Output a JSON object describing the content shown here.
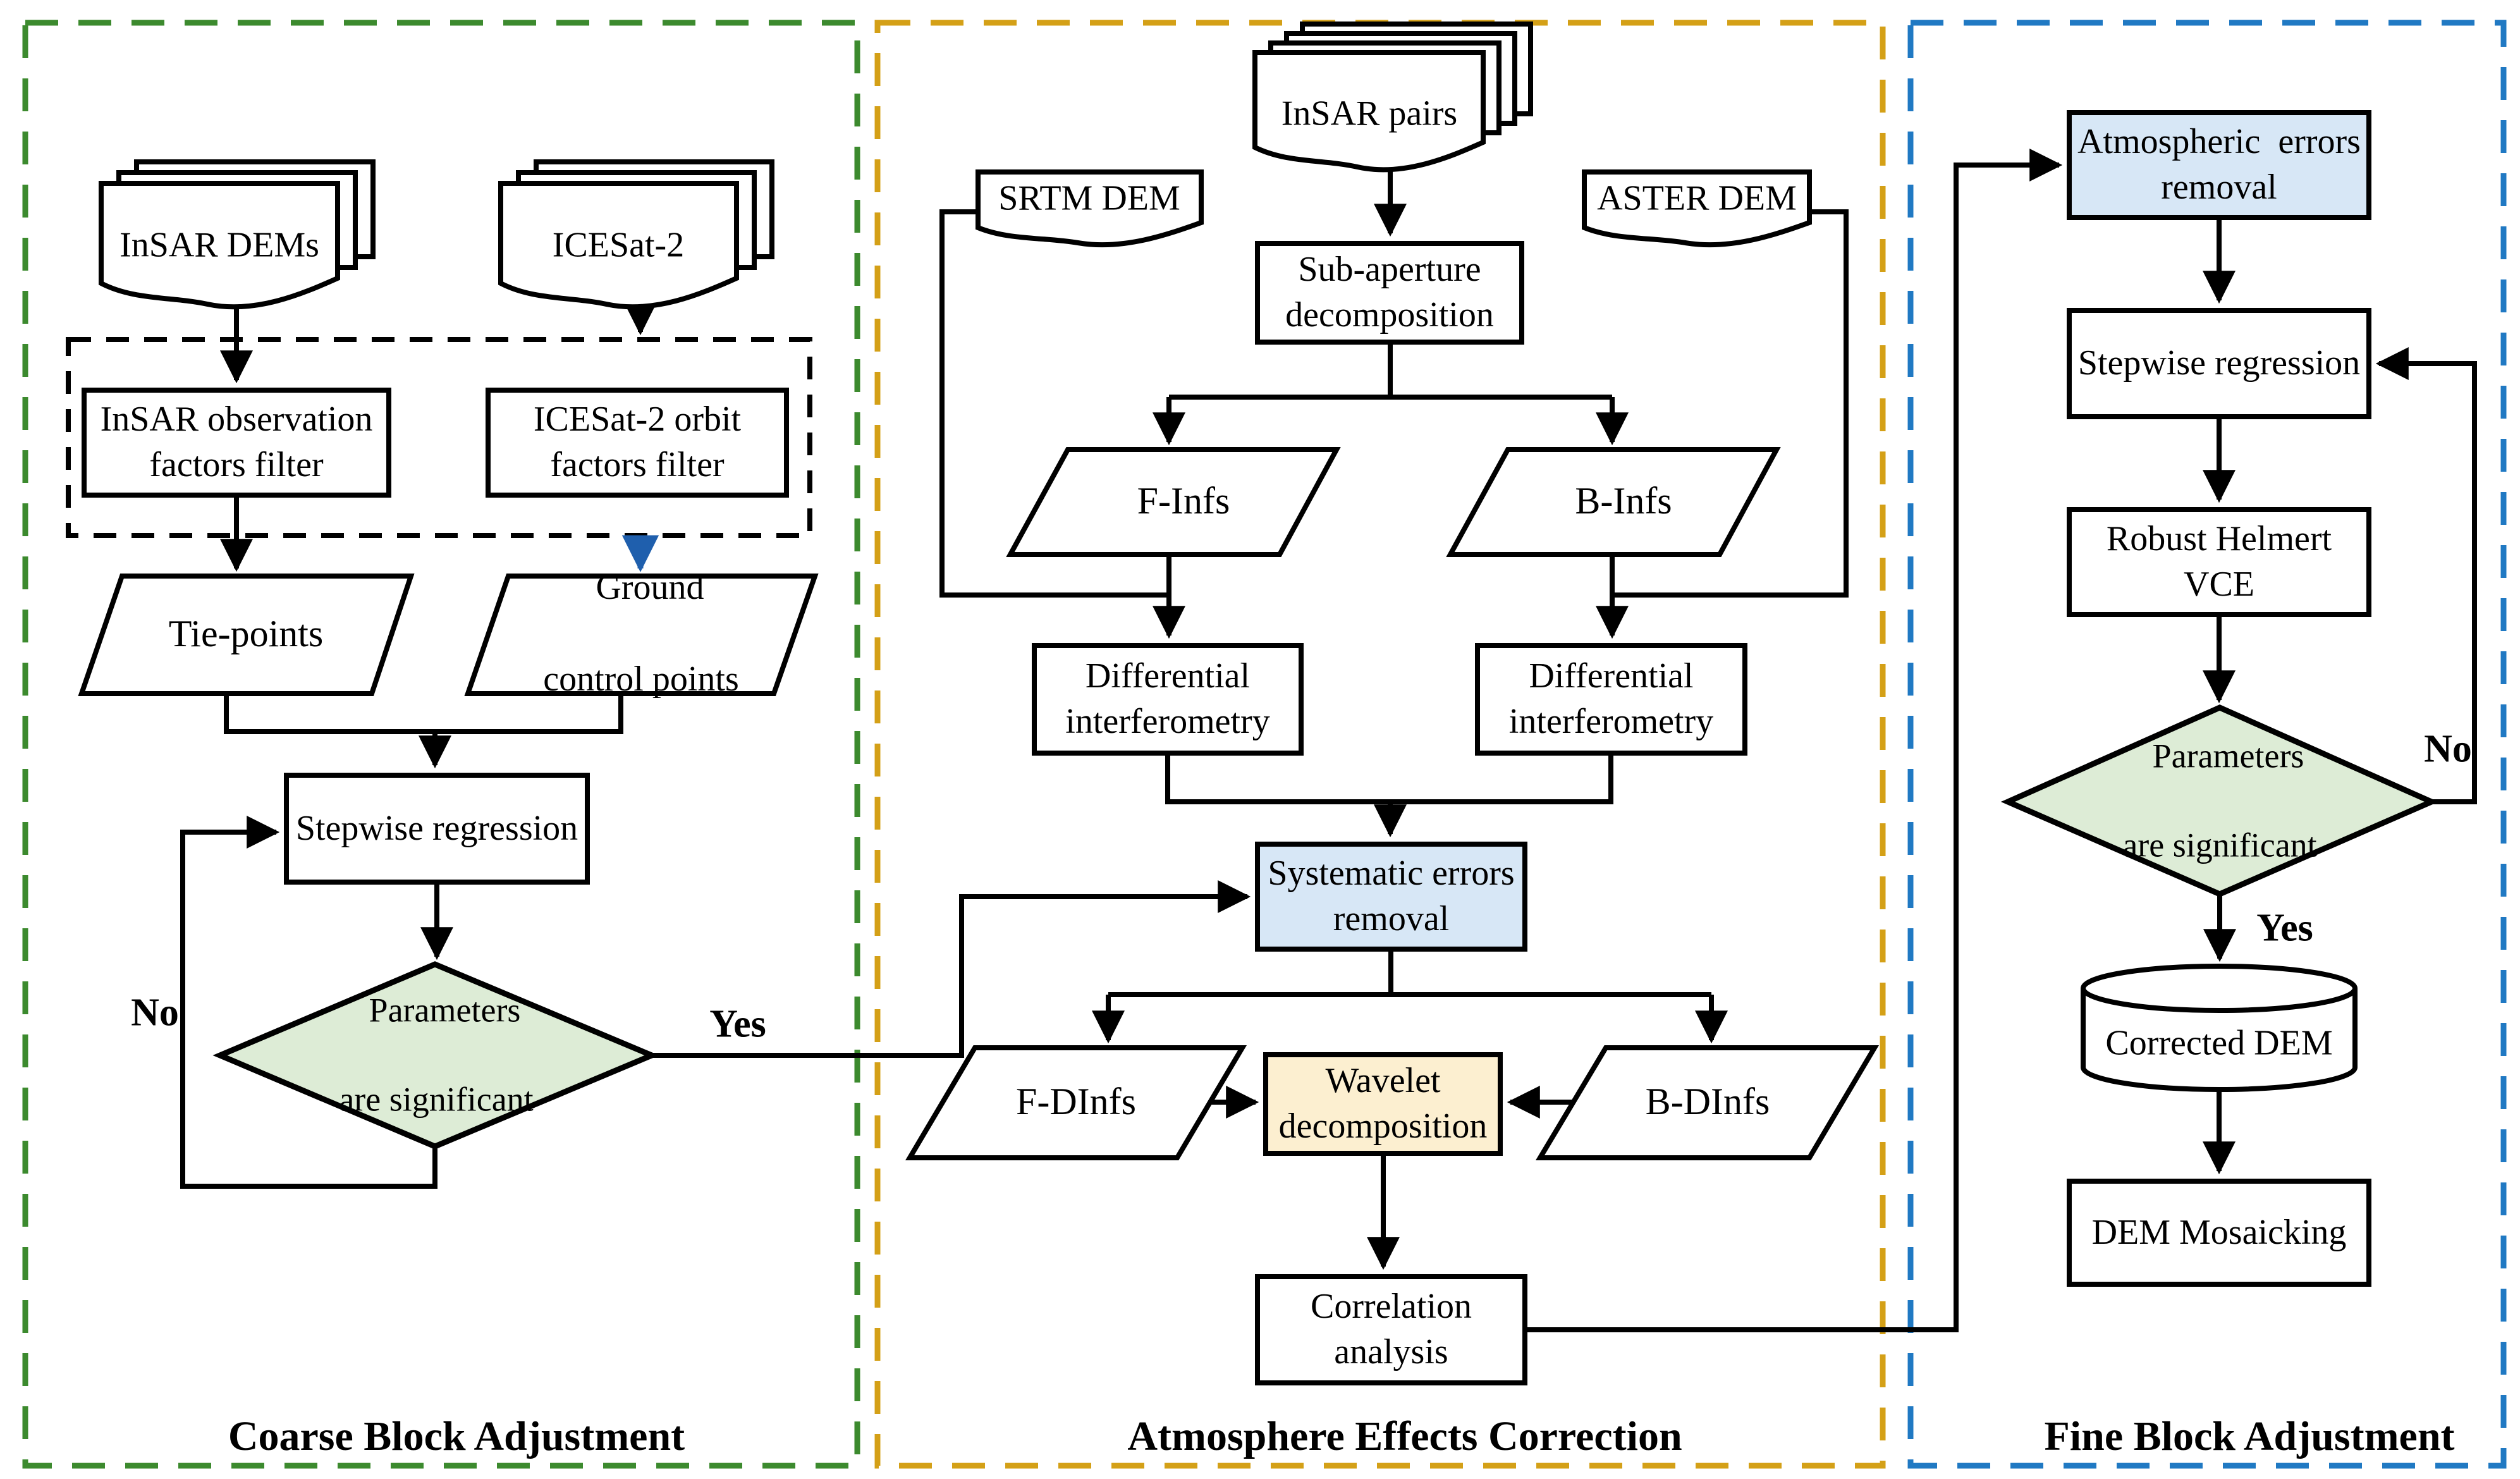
{
  "figure": {
    "type": "flowchart",
    "description": "InSAR DEM block adjustment processing workflow"
  },
  "colors": {
    "green_border": "#3c8a2e",
    "orange_border": "#d4a017",
    "blue_border": "#2079c3",
    "light_blue_fill": "#d7e7f6",
    "cream_fill": "#fcefd0",
    "diamond_fill": "#ddecd6",
    "blue_arrow": "#1f5fad",
    "line_color": "#000000"
  },
  "panels": [
    {
      "id": "coarse",
      "title": "Coarse Block Adjustment"
    },
    {
      "id": "atmosphere",
      "title": "Atmosphere Effects Correction"
    },
    {
      "id": "fine",
      "title": "Fine Block Adjustment"
    }
  ],
  "nodes": {
    "insar_dems": {
      "label": "InSAR DEMs",
      "shape": "document-stack"
    },
    "icesat2": {
      "label": "ICESat-2",
      "shape": "document-stack"
    },
    "insar_obs_filter": {
      "line1": "InSAR observation",
      "line2": "factors filter",
      "shape": "process"
    },
    "icesat_orbit_filter": {
      "line1": "ICESat-2 orbit",
      "line2": "factors filter",
      "shape": "process"
    },
    "tie_points": {
      "label": "Tie-points",
      "shape": "data"
    },
    "ground_control_points": {
      "line1": "Ground",
      "line2": "control points",
      "shape": "data"
    },
    "stepwise_regression_left": {
      "label": "Stepwise regression",
      "shape": "process"
    },
    "parameters_significant_left": {
      "line1": "Parameters",
      "line2": "are significant",
      "shape": "decision"
    },
    "insar_pairs": {
      "label": "InSAR pairs",
      "shape": "document-stack"
    },
    "srtm_dem": {
      "label": "SRTM DEM",
      "shape": "document"
    },
    "aster_dem": {
      "label": "ASTER DEM",
      "shape": "document"
    },
    "sub_aperture": {
      "line1": "Sub-aperture",
      "line2": "decomposition",
      "shape": "process"
    },
    "f_infs": {
      "label": "F-Infs",
      "shape": "data"
    },
    "b_infs": {
      "label": "B-Infs",
      "shape": "data"
    },
    "diff_interferometry_left": {
      "line1": "Differential",
      "line2": "interferometry",
      "shape": "process"
    },
    "diff_interferometry_right": {
      "line1": "Differential",
      "line2": "interferometry",
      "shape": "process"
    },
    "systematic_errors": {
      "line1": "Systematic errors",
      "line2": "removal",
      "shape": "process-highlight-blue"
    },
    "f_dinfs": {
      "label": "F-DInfs",
      "shape": "data"
    },
    "wavelet": {
      "line1": "Wavelet",
      "line2": "decomposition",
      "shape": "process-highlight-cream"
    },
    "b_dinfs": {
      "label": "B-DInfs",
      "shape": "data"
    },
    "correlation": {
      "line1": "Correlation",
      "line2": "analysis",
      "shape": "process"
    },
    "atmospheric_errors": {
      "line1": "Atmospheric  errors",
      "line2": "removal",
      "shape": "process-highlight-blue"
    },
    "stepwise_regression_right": {
      "label": "Stepwise regression",
      "shape": "process"
    },
    "robust_helmert": {
      "line1": "Robust Helmert",
      "line2": "VCE",
      "shape": "process"
    },
    "parameters_significant_right": {
      "line1": "Parameters",
      "line2": "are significant",
      "shape": "decision"
    },
    "corrected_dem": {
      "label": "Corrected DEM",
      "shape": "database"
    },
    "dem_mosaicking": {
      "label": "DEM Mosaicking",
      "shape": "process"
    }
  },
  "edge_labels": {
    "yes_left": "Yes",
    "no_left": "No",
    "yes_right": "Yes",
    "no_right": "No"
  }
}
